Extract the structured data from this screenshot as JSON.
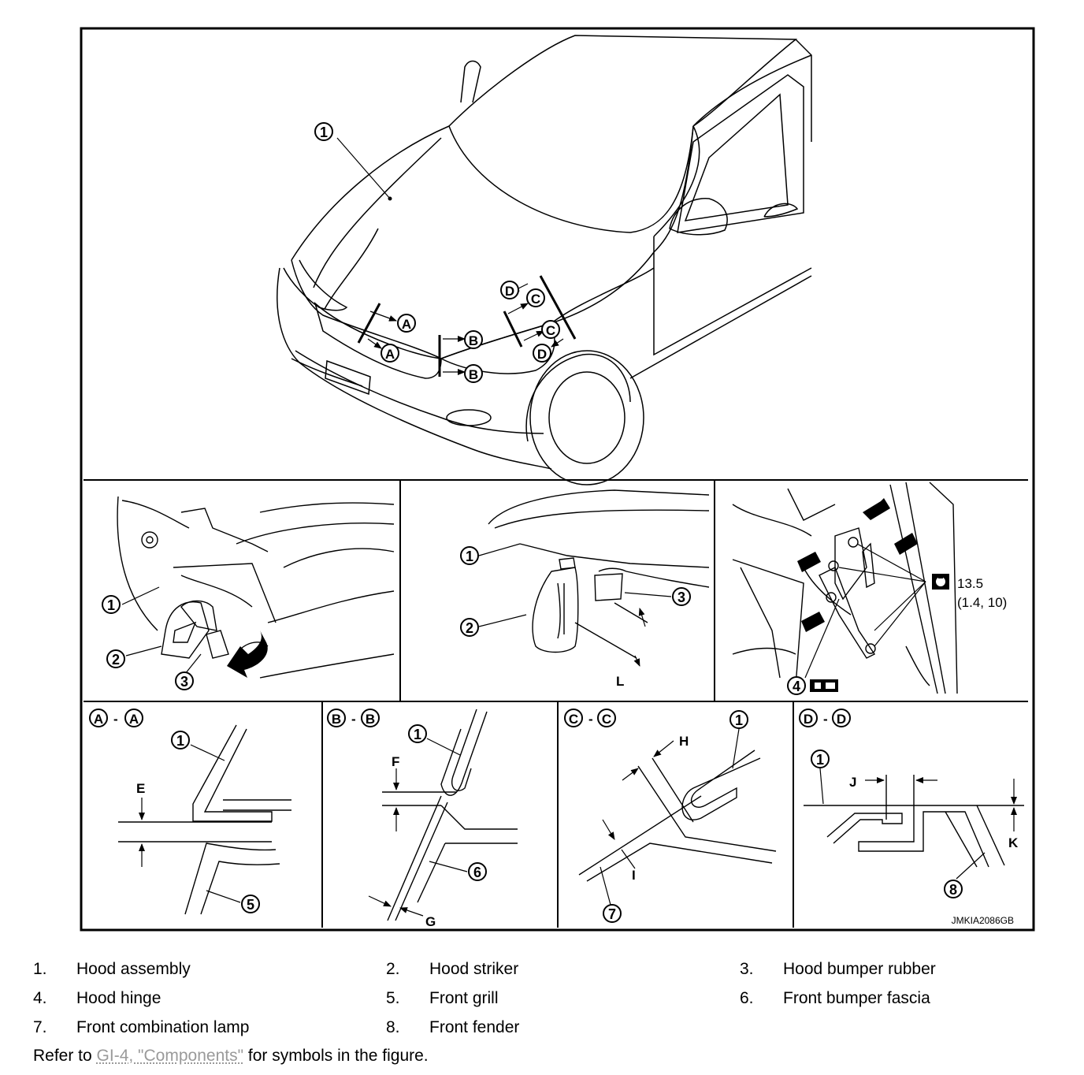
{
  "figure": {
    "id": "JMKIA2086GB",
    "torque": {
      "value": "13.5",
      "units": "(1.4, 10)"
    },
    "callouts": {
      "n1": "1",
      "n2": "2",
      "n3": "3",
      "n4": "4",
      "n5": "5",
      "n6": "6",
      "n7": "7",
      "n8": "8",
      "A": "A",
      "B": "B",
      "C": "C",
      "D": "D"
    },
    "sections": {
      "aa": {
        "a": "A",
        "sep": "-",
        "b": "A"
      },
      "bb": {
        "a": "B",
        "sep": "-",
        "b": "B"
      },
      "cc": {
        "a": "C",
        "sep": "-",
        "b": "C"
      },
      "dd": {
        "a": "D",
        "sep": "-",
        "b": "D"
      }
    },
    "dimensions": {
      "E": "E",
      "F": "F",
      "G": "G",
      "H": "H",
      "I": "I",
      "J": "J",
      "K": "K",
      "L": "L"
    }
  },
  "legend": [
    {
      "num": "1.",
      "label": "Hood assembly"
    },
    {
      "num": "2.",
      "label": "Hood striker"
    },
    {
      "num": "3.",
      "label": "Hood bumper rubber"
    },
    {
      "num": "4.",
      "label": "Hood hinge"
    },
    {
      "num": "5.",
      "label": "Front grill"
    },
    {
      "num": "6.",
      "label": "Front bumper fascia"
    },
    {
      "num": "7.",
      "label": "Front combination lamp"
    },
    {
      "num": "8.",
      "label": "Front fender"
    }
  ],
  "note": {
    "prefix": "Refer to ",
    "link_text": "GI-4, \"Components\"",
    "suffix": " for symbols in the figure."
  }
}
